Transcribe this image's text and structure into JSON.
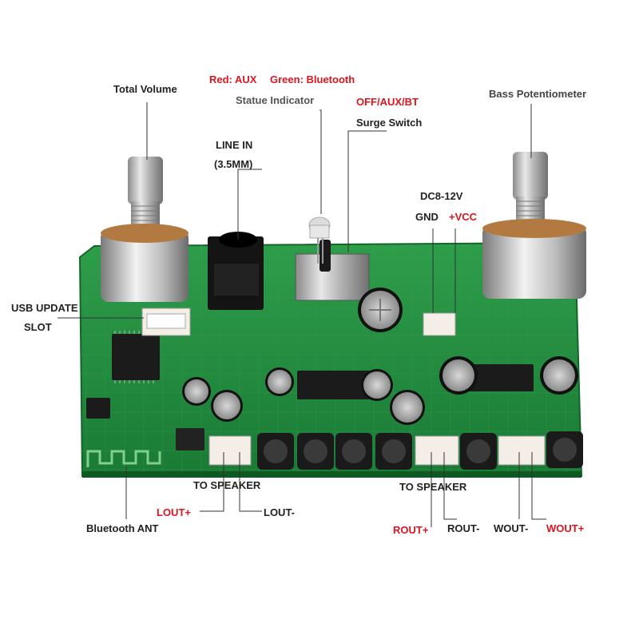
{
  "labels": {
    "total_volume": "Total Volume",
    "status_colors_red": "Red: AUX",
    "status_colors_green": "Green: Bluetooth",
    "statue_indicator": "Statue Indicator",
    "off_aux_bt": "OFF/AUX/BT",
    "surge_switch": "Surge Switch",
    "bass_potentiometer": "Bass Potentiometer",
    "line_in": "LINE IN",
    "line_in_size": "(3.5MM)",
    "dc_range": "DC8-12V",
    "gnd": "GND",
    "vcc": "+VCC",
    "usb_update": "USB UPDATE",
    "slot": "SLOT",
    "to_speaker_left": "TO SPEAKER",
    "to_speaker_right": "TO SPEAKER",
    "lout_plus": "LOUT+",
    "lout_minus": "LOUT-",
    "bluetooth_ant": "Bluetooth ANT",
    "rout_plus": "ROUT+",
    "rout_minus": "ROUT-",
    "wout_minus": "WOUT-",
    "wout_plus": "WOUT+"
  },
  "colors": {
    "pcb_green": "#1f8a3c",
    "accent_red": "#e0141e",
    "label_dark": "#222222"
  }
}
